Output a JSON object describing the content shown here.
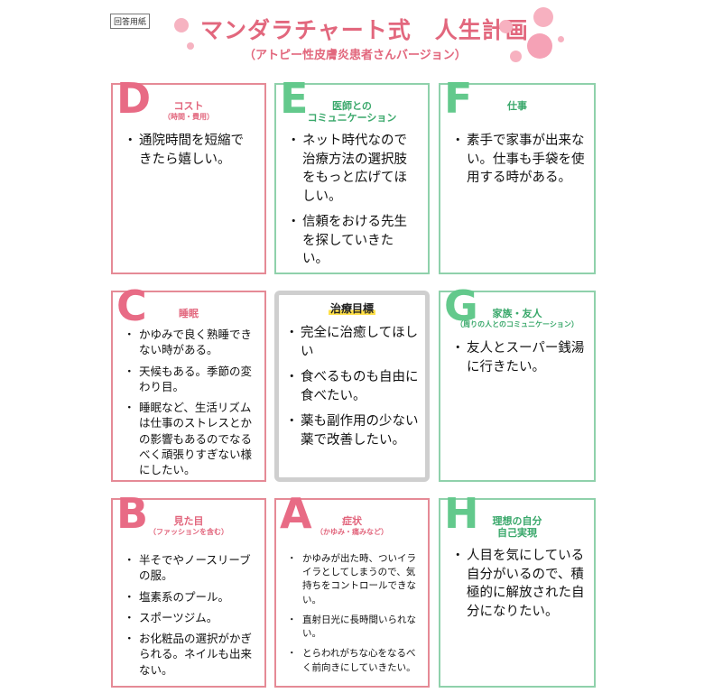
{
  "header": {
    "corner_label": "回答用紙",
    "title": "マンダラチャート式　人生計画",
    "subtitle": "（アトピー性皮膚炎患者さんバージョン）"
  },
  "colors": {
    "pink": "#e86b85",
    "green": "#63c98c",
    "center_border": "#cfcfcf",
    "highlight": "#ffe04a"
  },
  "cells": {
    "d": {
      "letter": "D",
      "title": "コスト",
      "sub": "（時間・費用）",
      "items": [
        "通院時間を短縮できたら嬉しい。"
      ]
    },
    "e": {
      "letter": "E",
      "title_line1": "医師との",
      "title_line2": "コミュニケーション",
      "items": [
        "ネット時代なので治療方法の選択肢をもっと広げてほしい。",
        "信頼をおける先生を探していきたい。"
      ]
    },
    "f": {
      "letter": "F",
      "title": "仕事",
      "items": [
        "素手で家事が出来ない。仕事も手袋を使用する時がある。"
      ]
    },
    "c": {
      "letter": "C",
      "title": "睡眠",
      "items": [
        "かゆみで良く熟睡できない時がある。",
        "天候もある。季節の変わり目。",
        "睡眠など、生活リズムは仕事のストレスとかの影響もあるのでなるべく頑張りすぎない様にしたい。"
      ]
    },
    "center": {
      "title": "治療目標",
      "items": [
        "完全に治癒してほしい",
        "食べるものも自由に食べたい。",
        "薬も副作用の少ない薬で改善したい。"
      ]
    },
    "g": {
      "letter": "G",
      "title": "家族・友人",
      "sub": "（周りの人とのコミュニケーション）",
      "items": [
        "友人とスーパー銭湯に行きたい。"
      ]
    },
    "b": {
      "letter": "B",
      "title": "見た目",
      "sub": "（ファッションを含む）",
      "items": [
        "半そでやノースリーブの服。",
        "塩素系のプール。",
        "スポーツジム。",
        "お化粧品の選択がかぎられる。ネイルも出来ない。"
      ]
    },
    "a": {
      "letter": "A",
      "title": "症状",
      "sub": "（かゆみ・痛みなど）",
      "items": [
        "かゆみが出た時、ついイライラとしてしまうので、気持ちをコントロールできない。",
        "直射日光に長時間いられない。",
        "とらわれがちな心をなるべく前向きにしていきたい。"
      ]
    },
    "h": {
      "letter": "H",
      "title_line1": "理想の自分",
      "title_line2": "自己実現",
      "items": [
        "人目を気にしている自分がいるので、積極的に解放された自分になりたい。"
      ]
    }
  }
}
